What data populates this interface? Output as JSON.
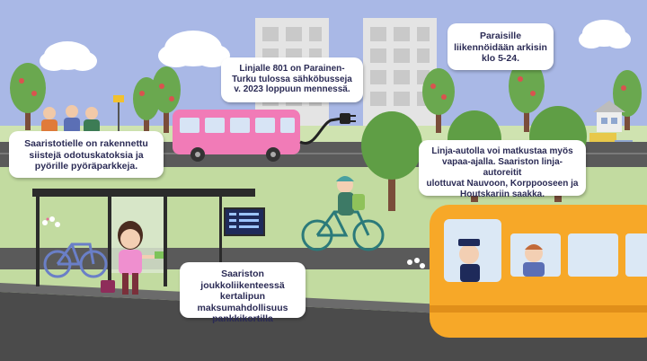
{
  "bubbles": {
    "electric_buses": {
      "lines": [
        "Linjalle 801 on Parainen-",
        "Turku tulossa  sähköbusseja",
        "v. 2023 loppuun mennessä."
      ]
    },
    "operating_hours": {
      "lines": [
        "Paraisille",
        "liikennöidään arkisin",
        "klo 5-24."
      ]
    },
    "shelters": {
      "lines": [
        "Saaristotielle on rakennettu",
        "siistejä odotuskatoksia ja",
        "pyörille pyöräparkkeja."
      ]
    },
    "bike_travel": {
      "lines": [
        "Linja-autolla voi matkustaa myös",
        "vapaa-ajalla. Saariston linja-autoreitit",
        "ulottuvat Nauvoon, Korppooseen ja",
        "Houtskariin saakka."
      ]
    },
    "card_payment": {
      "lines": [
        "Saariston joukkoliikenteessä",
        "kertalipun",
        "maksumahdollisuus",
        "pankkikortilla"
      ]
    }
  },
  "colors": {
    "sky": "#a9b8e6",
    "grass": "#c2dba0",
    "road": "#4b4b4b",
    "yellow_bus": "#f7a828",
    "pink_bus": "#f17bb7",
    "text": "#2b2b55"
  },
  "icons": [
    "cloud",
    "building",
    "tree",
    "bus-stop-sign",
    "pink-electric-bus",
    "charging-plug",
    "house",
    "delivery-truck",
    "bus-shelter",
    "timetable-display",
    "bicycle",
    "cyclist",
    "yellow-bus",
    "bus-driver",
    "passenger",
    "woman-with-bag",
    "flower"
  ]
}
